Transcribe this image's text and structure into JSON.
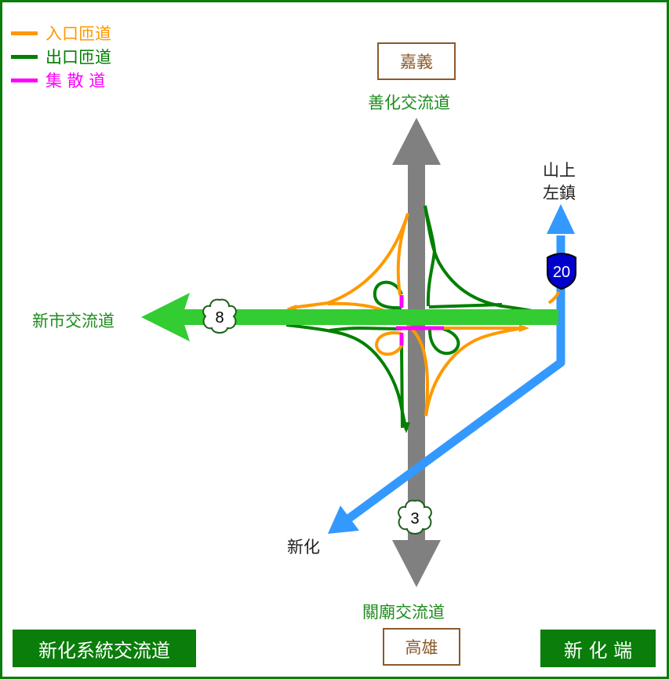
{
  "legend": [
    {
      "label": "入口匝道",
      "color": "#ff9900"
    },
    {
      "label": "出口匝道",
      "color": "#008000"
    },
    {
      "label": "集 散 道",
      "color": "#ff00ff"
    }
  ],
  "destinations": {
    "north_box": "嘉義",
    "north_interchange": "善化交流道",
    "east_line1": "山上",
    "east_line2": "左鎮",
    "west_interchange": "新市交流道",
    "southwest": "新化",
    "south_interchange": "關廟交流道",
    "south_box": "高雄"
  },
  "shields": {
    "route8": "8",
    "route3": "3",
    "route20": "20"
  },
  "title": "新化系統交流道",
  "subtitle": "新 化 端",
  "colors": {
    "freeway": "#808080",
    "expressway": "#33cc33",
    "provincial": "#3399ff",
    "entrance": "#ff9900",
    "exit": "#008000",
    "collector": "#ff00ff"
  }
}
